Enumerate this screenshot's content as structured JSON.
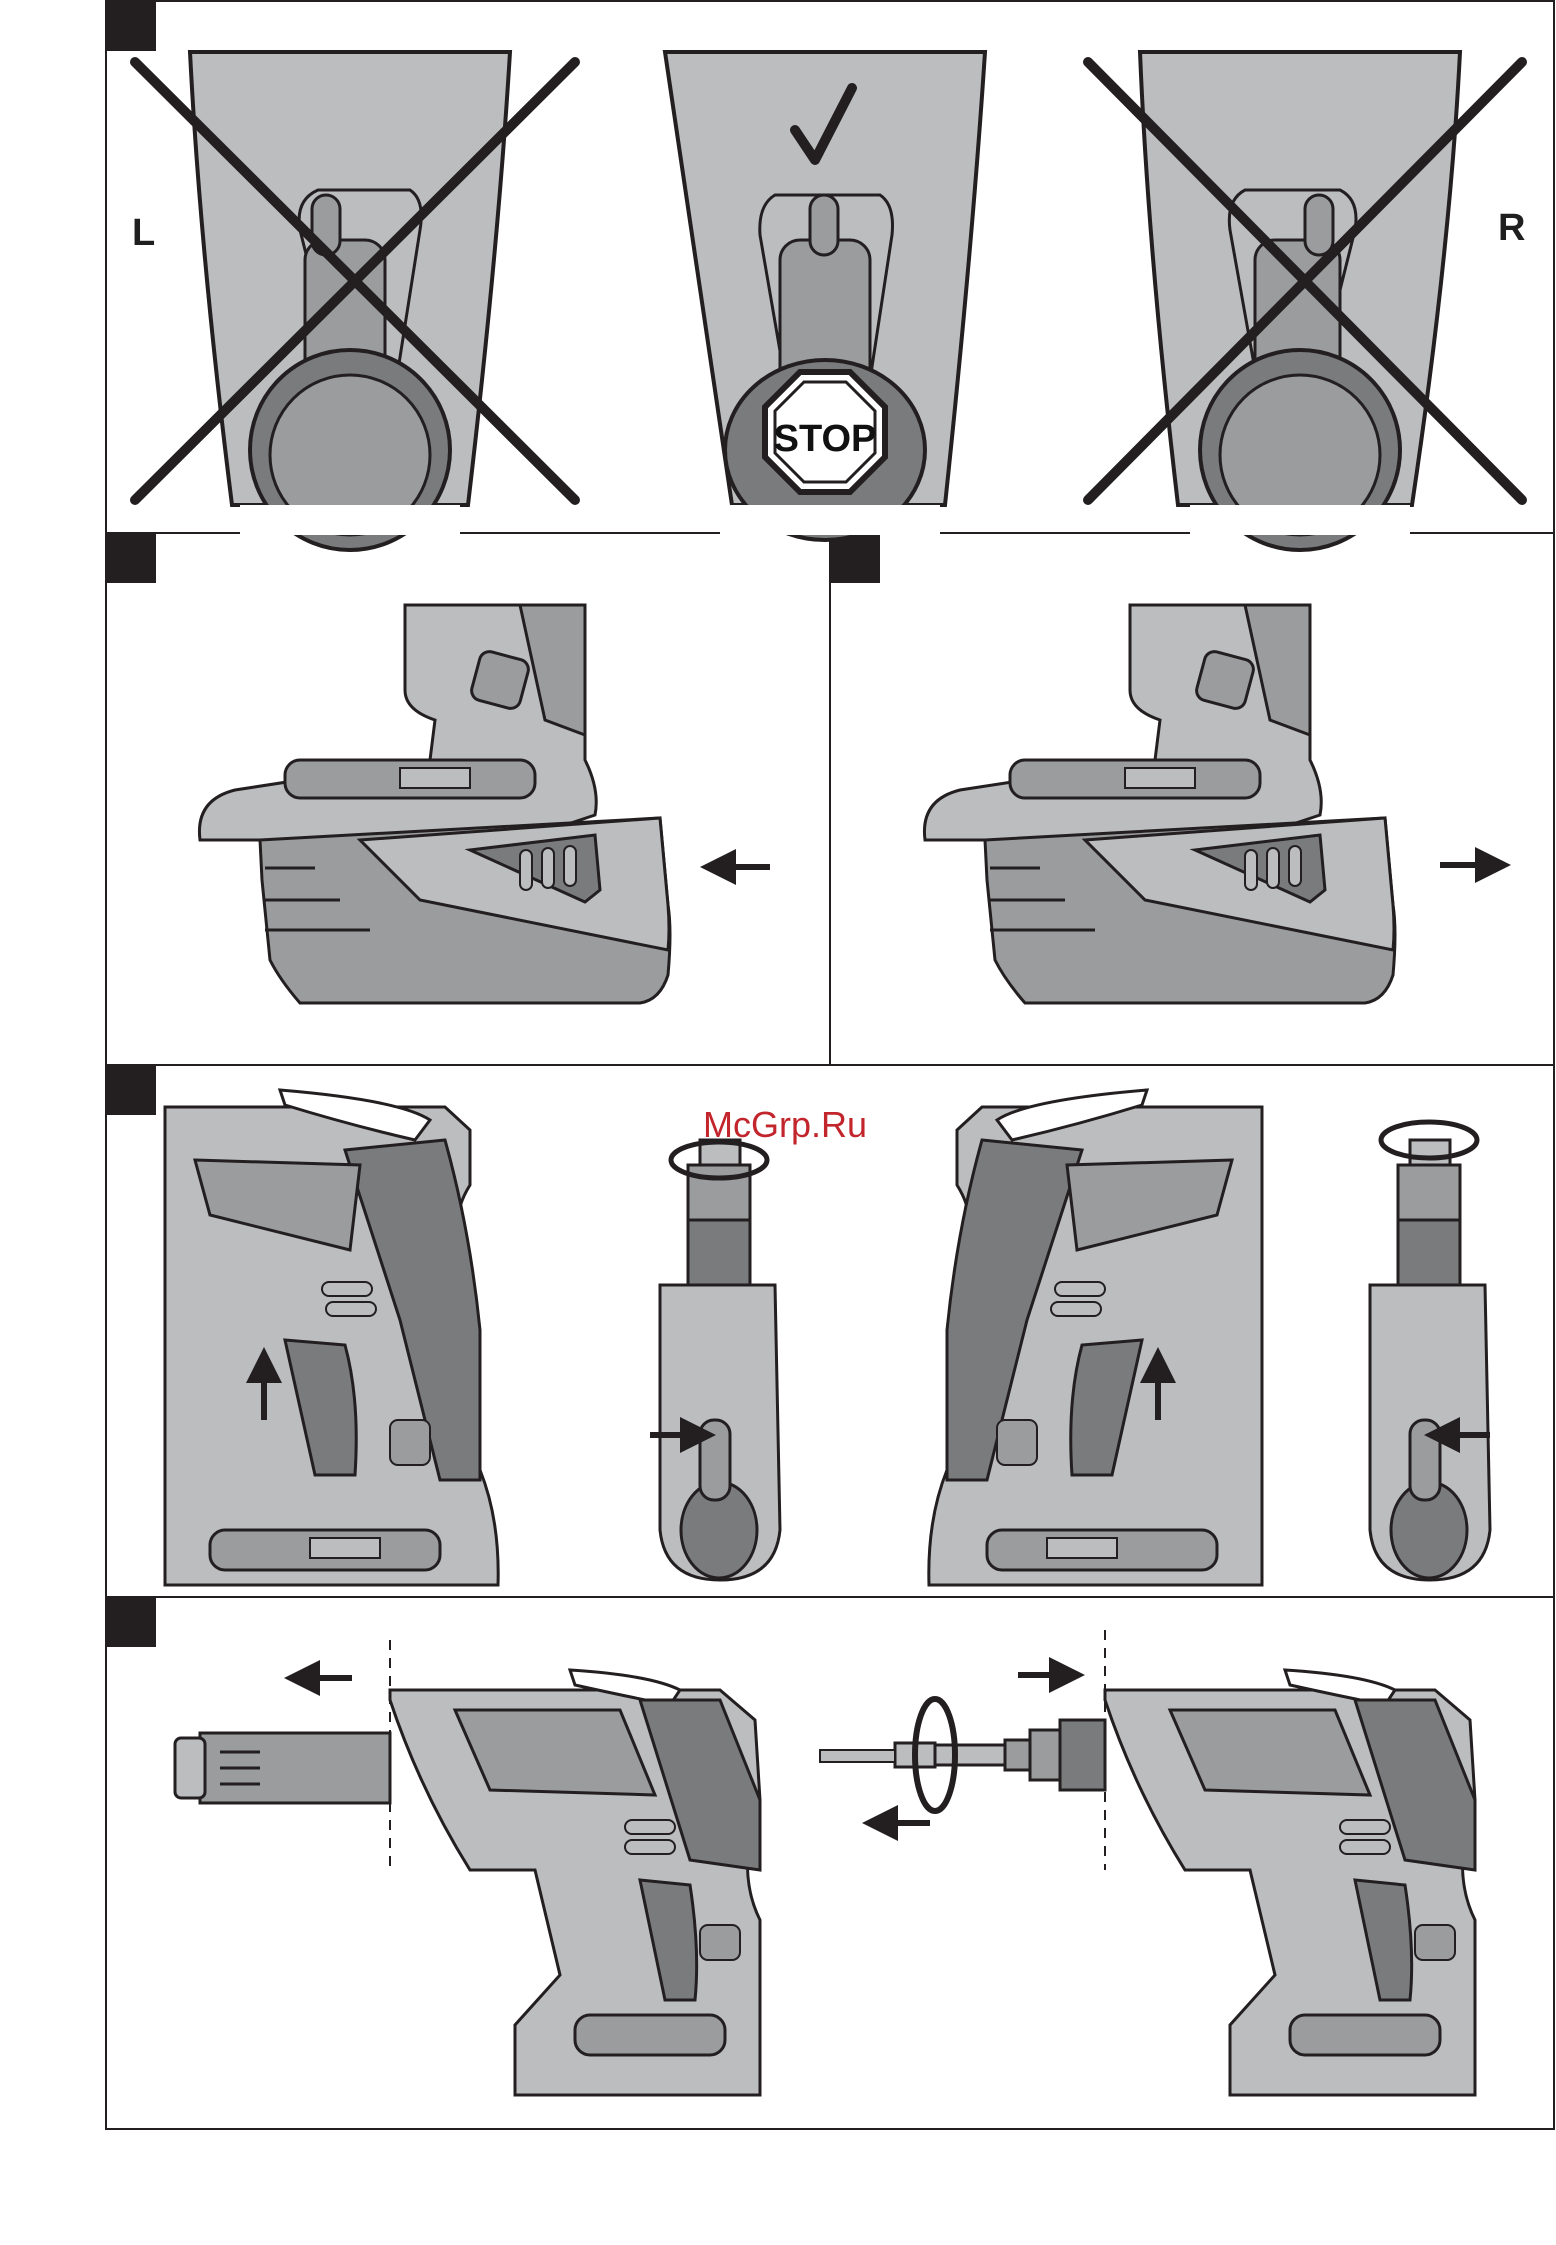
{
  "page": {
    "watermark": "McGrp.Ru"
  },
  "section1": {
    "left_label": "L",
    "right_label": "R",
    "stop_sign": "STOP"
  },
  "colors": {
    "light_gray": "#bcbdbf",
    "mid_gray": "#9b9c9e",
    "dark_gray": "#7a7b7d",
    "line": "#231f20",
    "watermark": "#c2262c"
  }
}
